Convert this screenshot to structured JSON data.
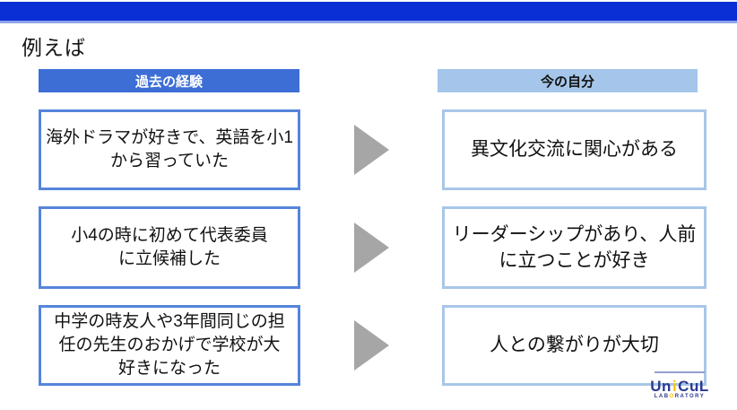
{
  "slide": {
    "title": "例えば",
    "columns": {
      "past_label": "過去の経験",
      "present_label": "今の自分"
    },
    "rows": [
      {
        "past": "海外ドラマが好きで、英語を小1\nから習っていた",
        "present": "異文化交流に関心がある"
      },
      {
        "past": "小4の時に初めて代表委員\nに立候補した",
        "present": "リーダーシップがあり、人前\nに立つことが好き"
      },
      {
        "past": "中学の時友人や3年間同じの担\n任の先生のおかげで学校が大\n好きになった",
        "present": "人との繋がりが大切"
      }
    ],
    "logo": {
      "wordmark_left": "Un",
      "wordmark_mid": "i",
      "wordmark_right": "CuL",
      "sub_left": "LAB",
      "sub_mid": "O",
      "sub_right": "RATORY"
    },
    "colors": {
      "top_bar": "#0A2FD4",
      "top_bar_edge": "#8FA2E8",
      "past_header_bg": "#3D6ED5",
      "past_header_text": "#FFFFFF",
      "present_header_bg": "#A5C6EA",
      "present_header_text": "#111111",
      "past_box_border": "#5585DB",
      "present_box_border": "#A8C6E8",
      "arrow_gray": "#A6A6A6",
      "logo_navy": "#2B3990",
      "logo_yellow": "#FFC000"
    }
  }
}
